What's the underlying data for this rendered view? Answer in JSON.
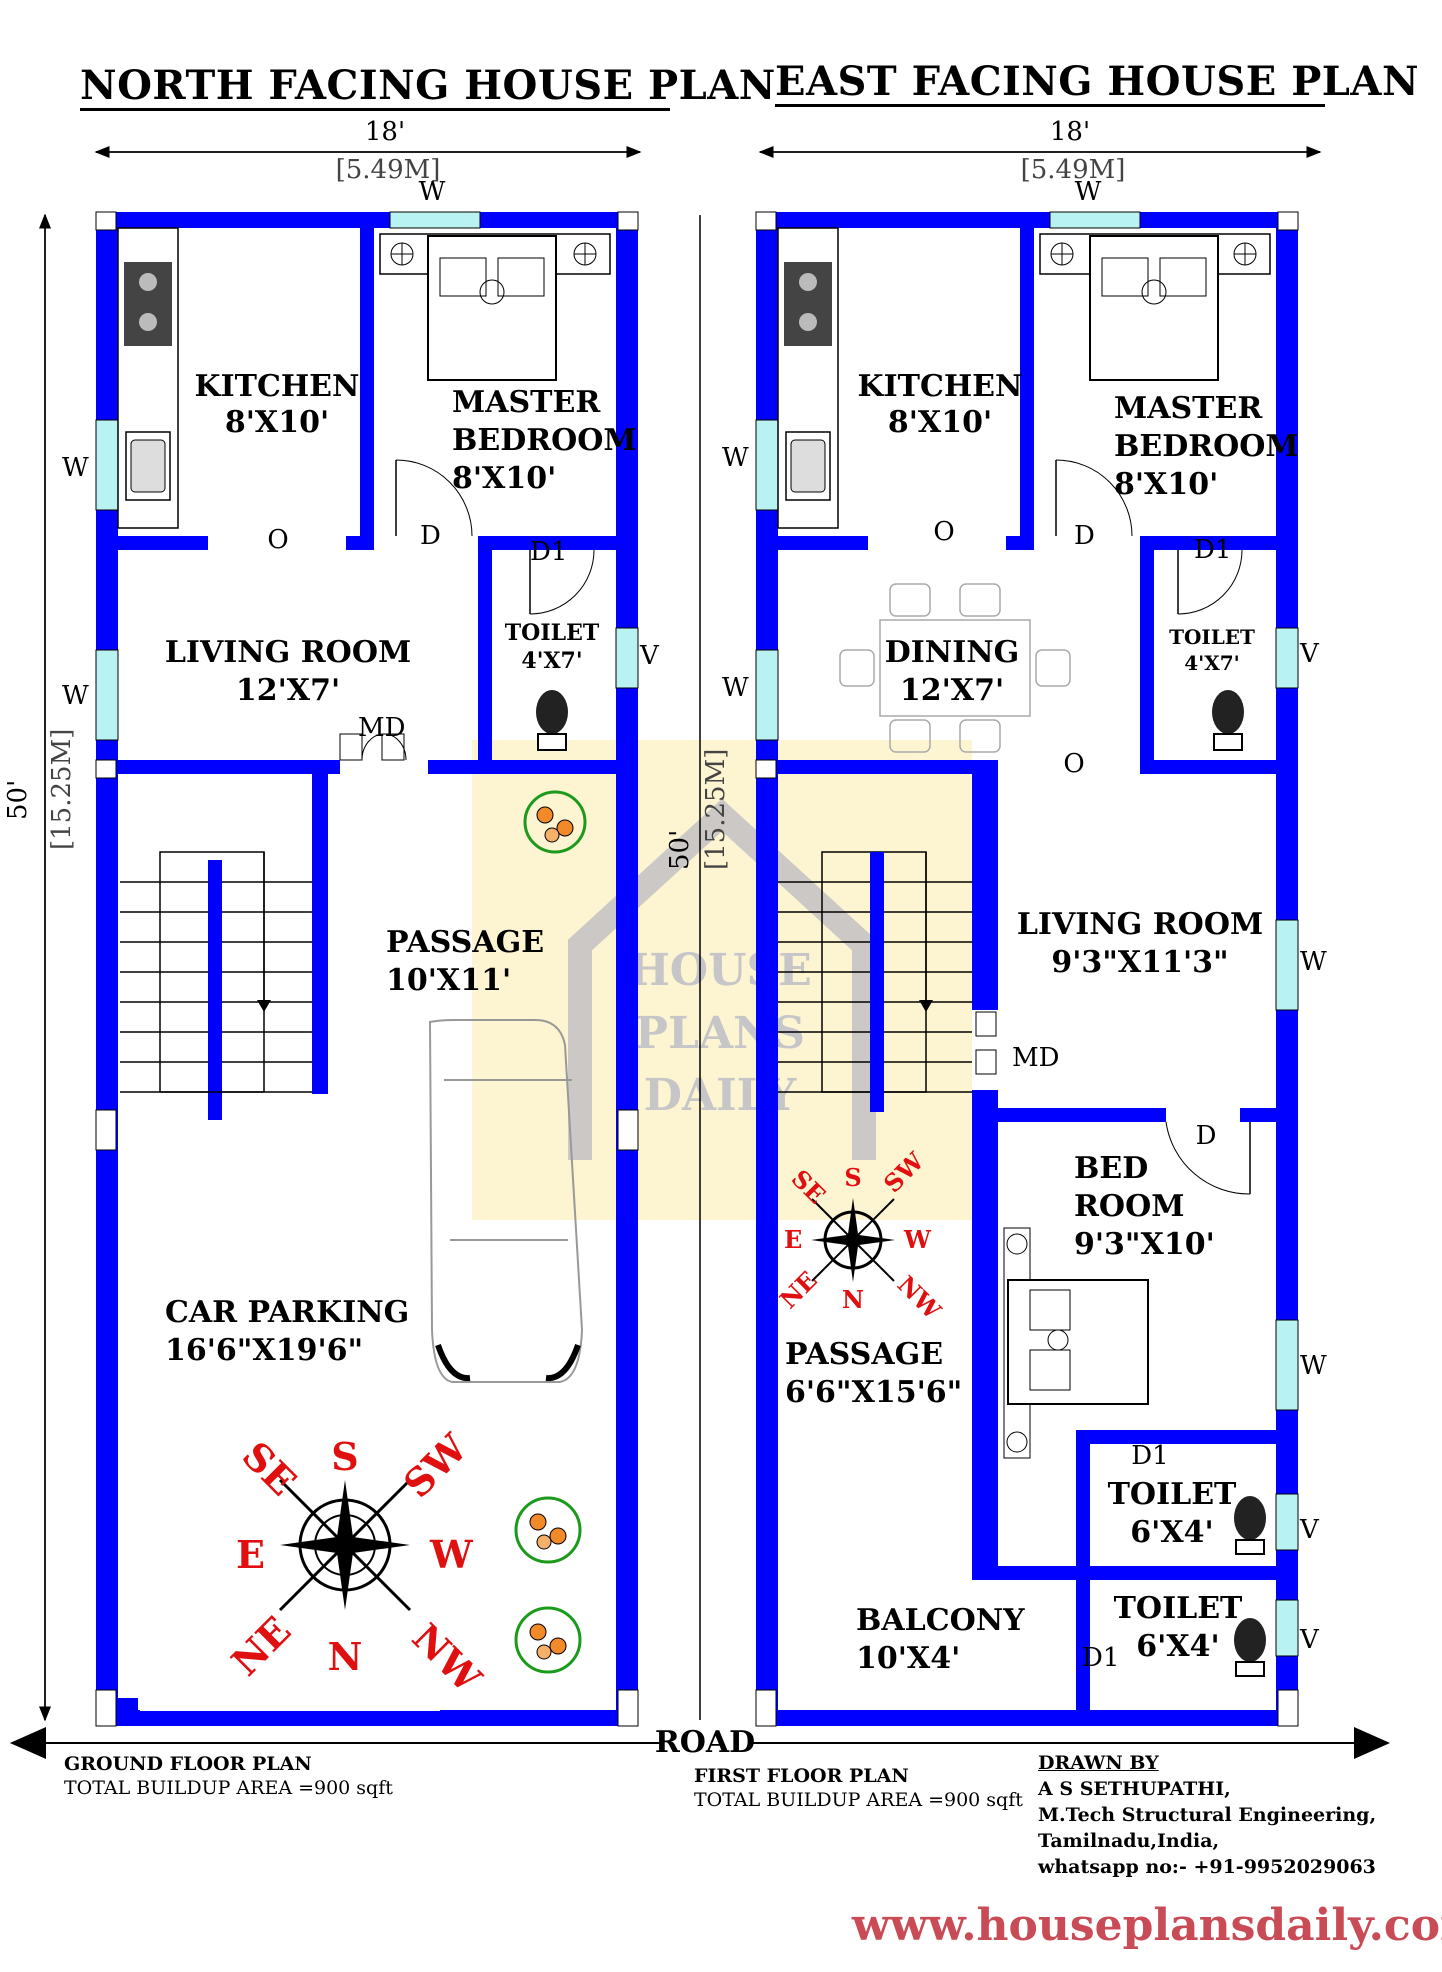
{
  "titles": {
    "north": "NORTH FACING HOUSE PLAN",
    "east": "EAST FACING HOUSE PLAN"
  },
  "dimensions": {
    "width_ft": "18'",
    "width_m": "[5.49M]",
    "length_ft": "50'",
    "length_m": "[15.25M]"
  },
  "road_label": "ROAD",
  "north_plan": {
    "rooms": [
      {
        "name": "KITCHEN",
        "size": "8'X10'"
      },
      {
        "name": "MASTER",
        "name2": "BEDROOM",
        "size": "8'X10'"
      },
      {
        "name": "LIVING ROOM",
        "size": "12'X7'"
      },
      {
        "name": "TOILET",
        "size": "4'X7'"
      },
      {
        "name": "PASSAGE",
        "size": "10'X11'"
      },
      {
        "name": "CAR PARKING",
        "size": "16'6\"X19'6\""
      }
    ],
    "marks": {
      "window": "W",
      "opening": "O",
      "door": "D",
      "door1": "D1",
      "vent": "V",
      "main_door": "MD"
    },
    "plan_name": "GROUND FLOOR PLAN",
    "area": "TOTAL BUILDUP AREA =900 sqft"
  },
  "east_plan": {
    "rooms": [
      {
        "name": "KITCHEN",
        "size": "8'X10'"
      },
      {
        "name": "MASTER",
        "name2": "BEDROOM",
        "size": "8'X10'"
      },
      {
        "name": "DINING",
        "size": "12'X7'"
      },
      {
        "name": "TOILET",
        "size": "4'X7'"
      },
      {
        "name": "LIVING ROOM",
        "size": "9'3\"X11'3\""
      },
      {
        "name": "BED",
        "name2": "ROOM",
        "size": "9'3\"X10'"
      },
      {
        "name": "PASSAGE",
        "size": "6'6\"X15'6\""
      },
      {
        "name": "TOILET",
        "size": "6'X4'"
      },
      {
        "name": "TOILET",
        "size": "6'X4'"
      },
      {
        "name": "BALCONY",
        "size": "10'X4'"
      }
    ],
    "plan_name": "FIRST FLOOR PLAN",
    "area": "TOTAL BUILDUP AREA =900 sqft"
  },
  "compass": {
    "s": "S",
    "sw": "SW",
    "w": "W",
    "nw": "NW",
    "n": "N",
    "ne": "NE",
    "e": "E",
    "se": "SE"
  },
  "credits": {
    "heading": "DRAWN BY",
    "name": "A S SETHUPATHI,",
    "degree": "M.Tech Structural Engineering,",
    "location": "Tamilnadu,India,",
    "contact": "whatsapp no:- +91-9952029063"
  },
  "watermark": {
    "line1": "HOUSE",
    "line2": "PLANS",
    "line3": "DAILY"
  },
  "website": "www.houseplansdaily.com",
  "colors": {
    "wall": "#0000ff",
    "window": "#b9f2f2",
    "text_red": "#e01010",
    "url": "#c84b55"
  }
}
